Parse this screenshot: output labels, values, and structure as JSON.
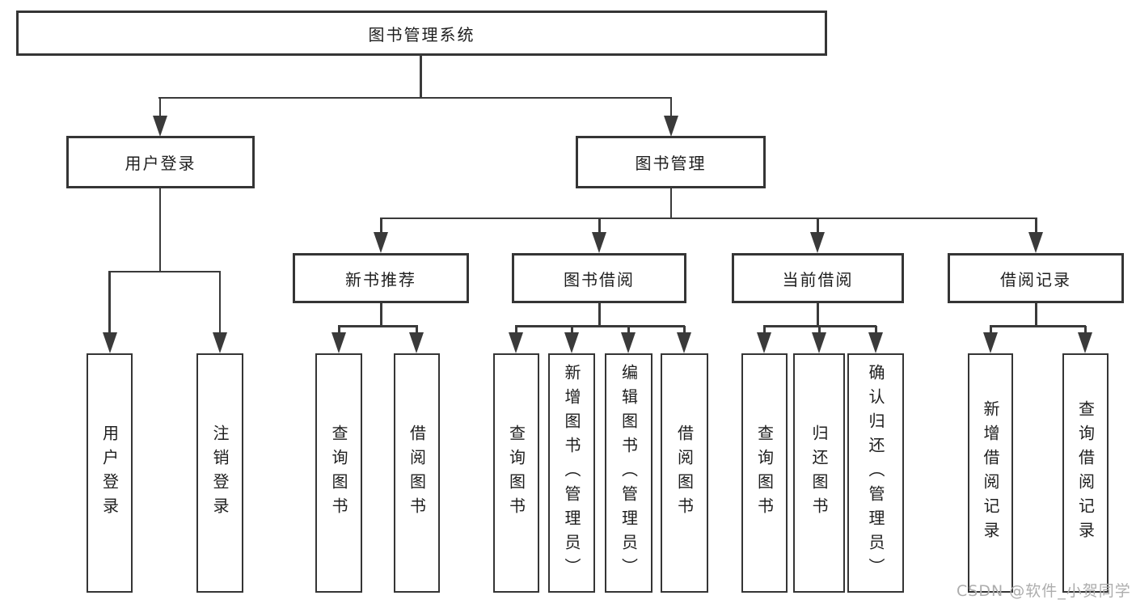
{
  "tree": {
    "root": {
      "label": "图书管理系统"
    },
    "children": [
      {
        "label": "用户登录",
        "children": [
          {
            "label": "用户登录"
          },
          {
            "label": "注销登录"
          }
        ]
      },
      {
        "label": "图书管理",
        "children": [
          {
            "label": "新书推荐",
            "children": [
              {
                "label": "查询图书"
              },
              {
                "label": "借阅图书"
              }
            ]
          },
          {
            "label": "图书借阅",
            "children": [
              {
                "label": "查询图书"
              },
              {
                "label": "新增图书（管理员）"
              },
              {
                "label": "编辑图书（管理员）"
              },
              {
                "label": "借阅图书"
              }
            ]
          },
          {
            "label": "当前借阅",
            "children": [
              {
                "label": "查询图书"
              },
              {
                "label": "归还图书"
              },
              {
                "label": "确认归还（管理员）"
              }
            ]
          },
          {
            "label": "借阅记录",
            "children": [
              {
                "label": "新增借阅记录"
              },
              {
                "label": "查询借阅记录"
              }
            ]
          }
        ]
      }
    ]
  },
  "watermark": "CSDN @软件_小贺同学",
  "colors": {
    "line": "#3a3a3a",
    "border": "#353535",
    "text": "#1e1e1e",
    "watermark_text": "#adadad",
    "background": "#ffffff"
  }
}
